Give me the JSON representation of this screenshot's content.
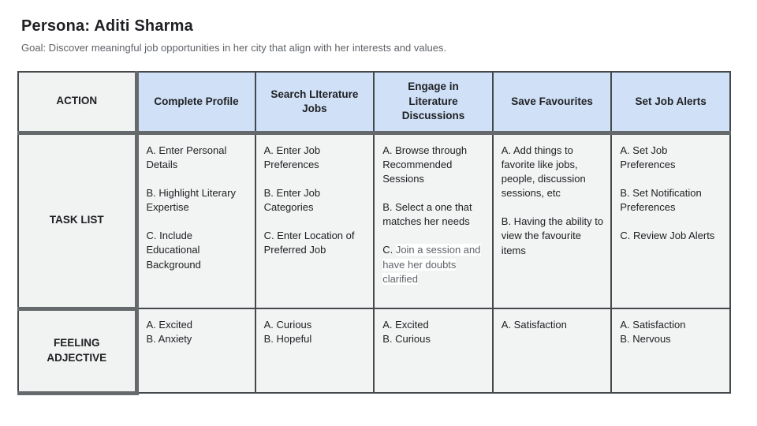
{
  "page": {
    "title": "Persona: Aditi Sharma",
    "subtitle": "Goal: Discover meaningful job opportunities in her city that align with her interests and values."
  },
  "table": {
    "row_headers": [
      "ACTION",
      "TASK LIST",
      "FEELING ADJECTIVE"
    ],
    "columns": [
      {
        "header": "Complete Profile",
        "tasks": [
          "A. Enter Personal Details",
          "B. Highlight Literary Expertise",
          "C. Include Educational Background"
        ],
        "feelings": [
          "A. Excited",
          "B. Anxiety"
        ]
      },
      {
        "header": "Search LIterature Jobs",
        "tasks": [
          "A. Enter Job Preferences",
          "B. Enter Job Categories",
          "C. Enter Location of Preferred Job"
        ],
        "feelings": [
          "A. Curious",
          "B. Hopeful"
        ]
      },
      {
        "header": "Engage in Literature Discussions",
        "tasks": [
          "A. Browse through Recommended Sessions",
          "B. Select a one that matches her needs",
          {
            "prefix": "C.",
            "highlight": "Join a session and have her doubts clarified"
          }
        ],
        "feelings": [
          "A. Excited",
          "B. Curious"
        ]
      },
      {
        "header": "Save Favourites",
        "tasks": [
          "A. Add things to favorite like jobs, people, discussion sessions, etc",
          "B. Having the ability to view the favourite items"
        ],
        "feelings": [
          "A. Satisfaction"
        ]
      },
      {
        "header": "Set Job Alerts",
        "tasks": [
          "A. Set Job Preferences",
          "B. Set Notification Preferences",
          "C. Review Job Alerts"
        ],
        "feelings": [
          "A. Satisfaction",
          "B. Nervous"
        ]
      }
    ]
  },
  "colors": {
    "header_bg": "#cfe0f7",
    "label_bg": "#f1f2f2",
    "cell_bg": "#f2f3f3",
    "thin_border": "#45494c",
    "thick_border": "#65696c",
    "highlight_bg": "#ffffff",
    "highlight_text": "#5f6368",
    "subtitle_text": "#5f6368",
    "text": "#202124"
  }
}
